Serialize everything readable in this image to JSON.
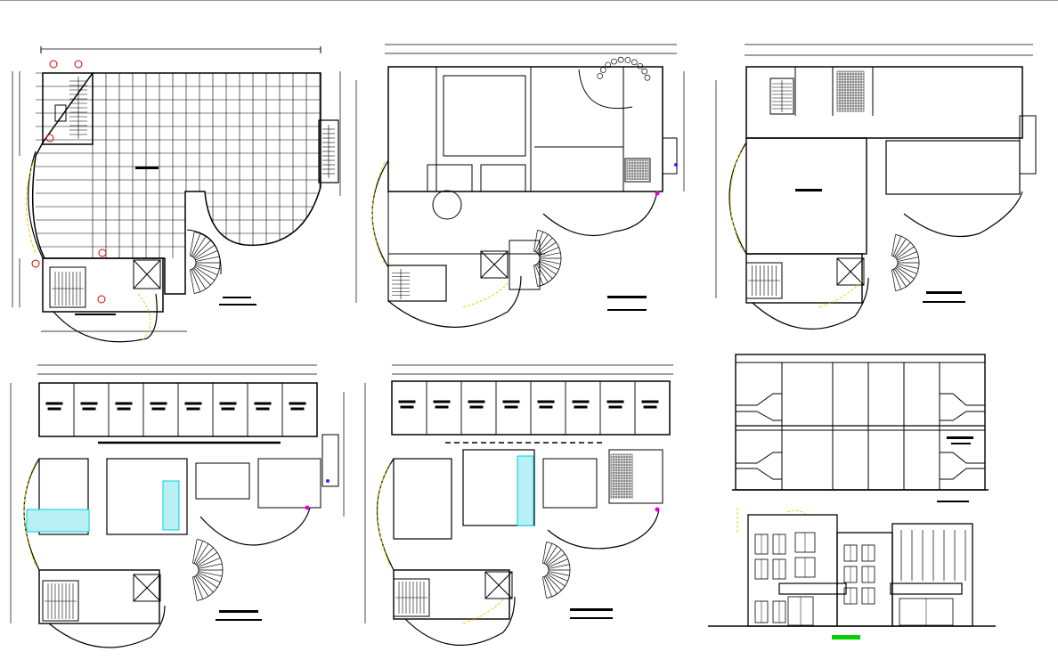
{
  "drawing": {
    "type": "architectural-cad-sheet",
    "views": [
      {
        "id": "plan-1",
        "kind": "floor-plan",
        "label": "",
        "subtitle": ""
      },
      {
        "id": "plan-2",
        "kind": "floor-plan",
        "label": "",
        "subtitle": ""
      },
      {
        "id": "plan-3",
        "kind": "floor-plan",
        "label": "",
        "subtitle": ""
      },
      {
        "id": "plan-4",
        "kind": "floor-plan",
        "label": "",
        "subtitle": ""
      },
      {
        "id": "plan-5",
        "kind": "floor-plan",
        "label": "",
        "subtitle": ""
      },
      {
        "id": "elevation-side",
        "kind": "elevation",
        "label": ""
      },
      {
        "id": "elevation-front",
        "kind": "elevation",
        "label": ""
      }
    ],
    "colors": {
      "line": "#000000",
      "hatch_cyan": "#00d0e0",
      "door_arc_yellow": "#e6d200",
      "accent_green": "#00d000",
      "marker_magenta": "#e000e0",
      "marker_red": "#d00000",
      "marker_blue": "#2030ff"
    }
  }
}
